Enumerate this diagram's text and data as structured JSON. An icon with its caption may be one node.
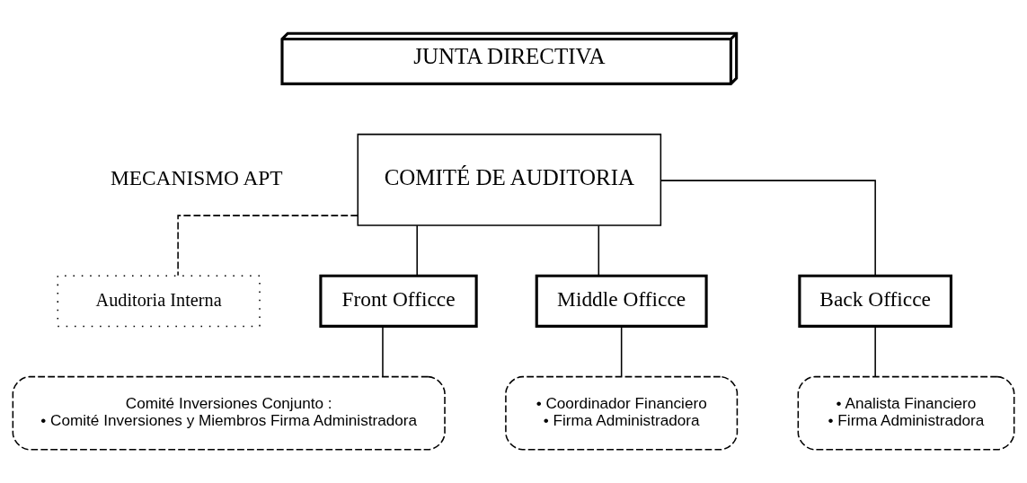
{
  "diagram": {
    "nodes": [
      {
        "text": [
          "JUNTA DIRECTIVA"
        ]
      },
      {
        "text": [
          "COMITÉ DE AUDITORIA"
        ]
      },
      {
        "text": [
          "Auditoria Interna"
        ]
      },
      {
        "text": [
          "Front Officce"
        ]
      },
      {
        "text": [
          "Middle Officce"
        ]
      },
      {
        "text": [
          "Back Officce"
        ]
      },
      {
        "text": [
          "Comité Inversiones Conjunto :",
          "• Comité Inversiones y Miembros Firma Administradora"
        ]
      },
      {
        "text": [
          "• Coordinador Financiero",
          "• Firma Administradora"
        ]
      },
      {
        "text": [
          "• Analista Financiero",
          "• Firma Administradora"
        ]
      }
    ],
    "edges": [
      {
        "from": 1,
        "to": 2,
        "arrow": "none",
        "style": "dashed"
      },
      {
        "from": 1,
        "to": 3,
        "arrow": "none"
      },
      {
        "from": 1,
        "to": 4,
        "arrow": "none"
      },
      {
        "from": 1,
        "to": 5,
        "arrow": "none"
      },
      {
        "from": 3,
        "to": 6,
        "arrow": "none"
      },
      {
        "from": 4,
        "to": 7,
        "arrow": "none"
      },
      {
        "from": 5,
        "to": 8,
        "arrow": "none"
      }
    ],
    "labels": [
      "MECANISMO APT"
    ]
  }
}
